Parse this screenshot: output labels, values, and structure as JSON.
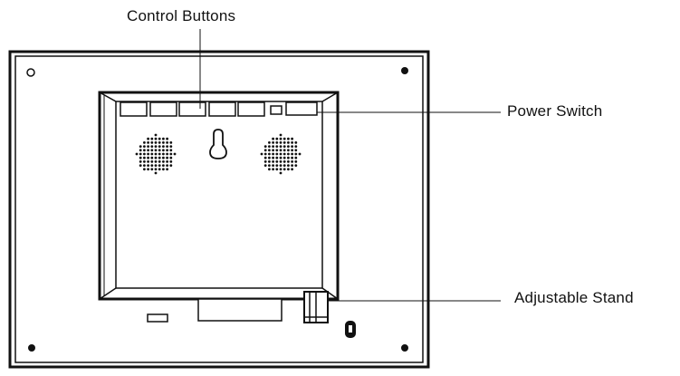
{
  "labels": {
    "control_buttons": "Control Buttons",
    "power_switch": "Power Switch",
    "adjustable_stand": "Adjustable Stand"
  },
  "colors": {
    "line": "#111111",
    "background": "#ffffff"
  }
}
